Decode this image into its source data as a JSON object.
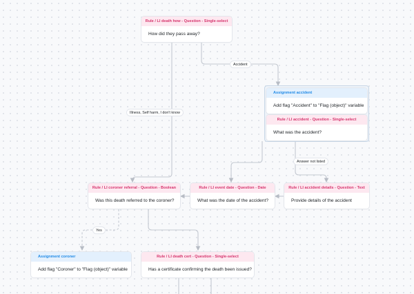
{
  "nodes": {
    "death_how": {
      "header": "Rule / LI death how - Question - Single-select",
      "body": "How did they pass away?"
    },
    "assignment_accident": {
      "header": "Assignment accident",
      "body": "Add flag \"Accident\" to \"Flag (object)\" variable"
    },
    "accident": {
      "header": "Rule / LI accident - Question - Single-select",
      "body": "What was the accident?"
    },
    "coroner_referral": {
      "header": "Rule / LI coroner referral - Question - Boolean",
      "body": "Was this death referred to the coroner?"
    },
    "event_date": {
      "header": "Rule / LI event date - Question - Date",
      "body": "What was the date of the accident?"
    },
    "accident_details": {
      "header": "Rule / LI accident details - Question - Text",
      "body": "Provide details of the accident"
    },
    "assignment_coroner": {
      "header": "Assignment coroner",
      "body": "Add flag \"Coroner\" to \"Flag (object)\" variable"
    },
    "death_cert": {
      "header": "Rule / LI death cert - Question - Single-select",
      "body": "Has a certificate confirming the death been issued?"
    }
  },
  "edges": {
    "accident": "Accident",
    "illness": "Illness, Self harm, I don't know",
    "answer_not_listed": "Answer not listed",
    "yes": "Yes"
  },
  "colors": {
    "rule_header_bg": "#fde8f0",
    "rule_header_text": "#d6336c",
    "assignment_header_bg": "#e3f0fd",
    "assignment_header_text": "#228be6",
    "connector": "#c4c9d1"
  }
}
